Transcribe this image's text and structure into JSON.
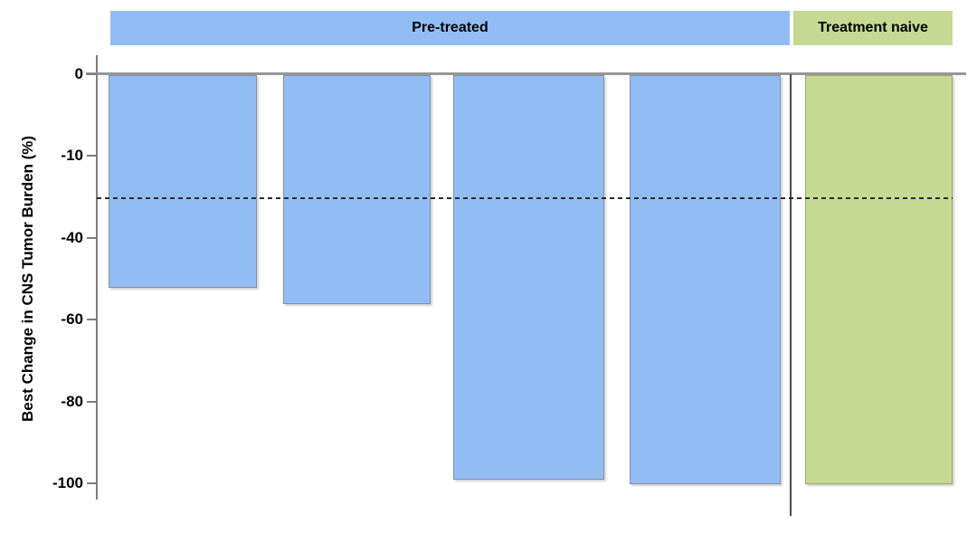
{
  "chart_data": {
    "type": "bar",
    "title": "",
    "ylabel": "Best Change in CNS Tumor Burden (%)",
    "ylim": [
      0,
      -100
    ],
    "y_tick_labels": [
      "0",
      "-10",
      "-40",
      "-60",
      "-80",
      "-100"
    ],
    "y_tick_spacing_units": 20,
    "grid": false,
    "legend_position": "top-bands",
    "reference_line": {
      "value": -30,
      "style": "dashed"
    },
    "series": [
      {
        "name": "Pre-treated",
        "color": "#92BDF4",
        "values": [
          -52,
          -56,
          -99,
          -100
        ]
      },
      {
        "name": "Treatment naive",
        "color": "#C5D992",
        "values": [
          -100
        ]
      }
    ]
  }
}
